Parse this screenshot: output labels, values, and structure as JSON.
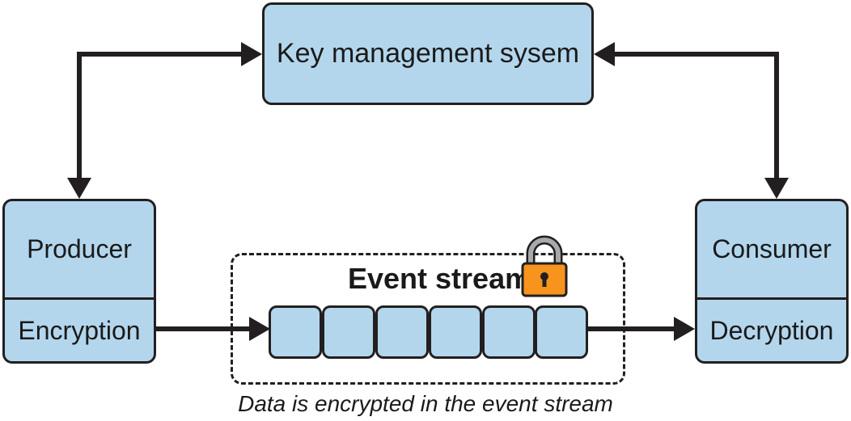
{
  "key_management": {
    "label": "Key management sysem"
  },
  "producer": {
    "title": "Producer",
    "function": "Encryption"
  },
  "consumer": {
    "title": "Consumer",
    "function": "Decryption"
  },
  "event_stream": {
    "title": "Event stream",
    "cell_count": 6,
    "lock_icon": "padlock-icon"
  },
  "caption": "Data is encrypted in the event stream",
  "colors": {
    "box_fill": "#b3d6ec",
    "stroke": "#231f20",
    "lock": "#f7941d"
  }
}
